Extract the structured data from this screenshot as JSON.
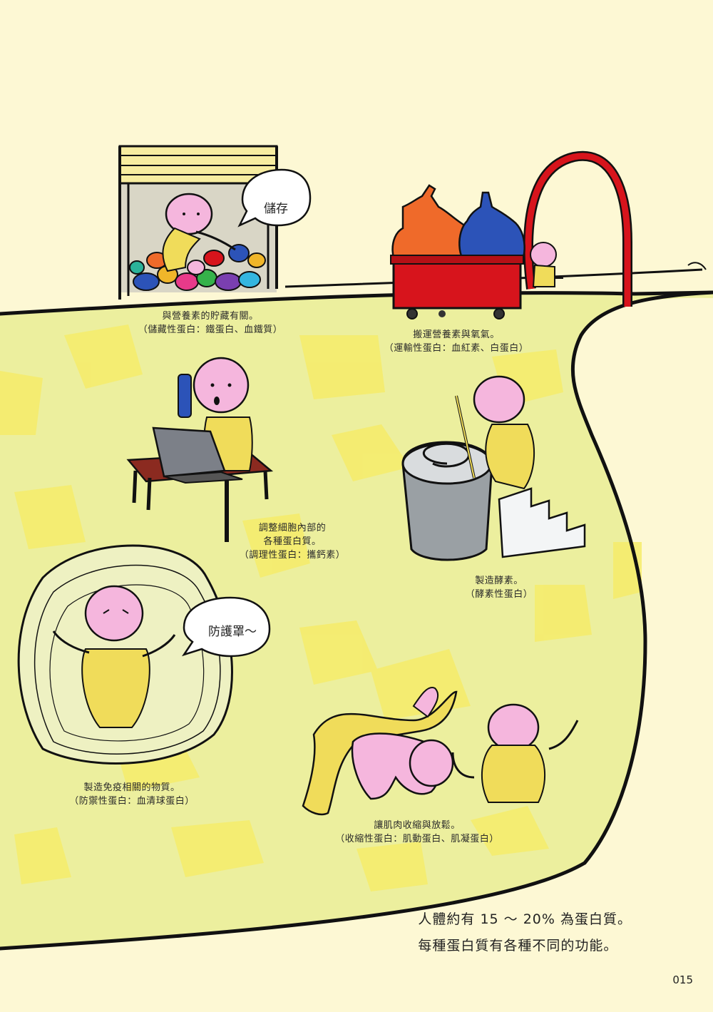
{
  "illustrations": {
    "storage": {
      "bubble": "儲存",
      "caption_line1": "與營養素的貯藏有關。",
      "caption_line2": "（儲藏性蛋白：鐵蛋白、血鐵質）"
    },
    "transport": {
      "caption_line1": "搬運營養素與氧氣。",
      "caption_line2": "（運輸性蛋白：血紅素、白蛋白）"
    },
    "regulatory": {
      "caption_line1": "調整細胞內部的",
      "caption_line2": "各種蛋白質。",
      "caption_line3": "（調理性蛋白：攜鈣素）"
    },
    "enzyme": {
      "caption_line1": "製造酵素。",
      "caption_line2": "（酵素性蛋白）"
    },
    "immune": {
      "bubble": "防護罩～",
      "caption_line1": "製造免疫相關的物質。",
      "caption_line2": "（防禦性蛋白：血清球蛋白）"
    },
    "contractile": {
      "caption_line1": "讓肌肉收縮與放鬆。",
      "caption_line2": "（收縮性蛋白：肌動蛋白、肌凝蛋白）"
    }
  },
  "summary": {
    "line1": "人體約有 15 ～ 20% 為蛋白質。",
    "line2": "每種蛋白質有各種不同的功能。"
  },
  "page_number": "015",
  "colors": {
    "background": "#fdf8d4",
    "ground": "#ecef9e",
    "ground_patch": "#f6ec6a",
    "character_skin": "#f5b6dd",
    "outline": "#111111",
    "cart_red": "#d7141c",
    "sack_orange": "#ef6a2a",
    "sack_blue": "#2c53b8",
    "pot_gray": "#9aa0a4",
    "desk_brown": "#8b2a20"
  }
}
